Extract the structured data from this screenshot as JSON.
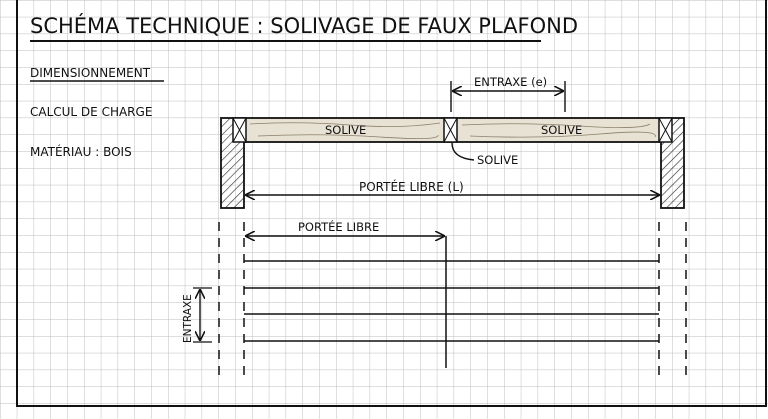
{
  "title": "SCHÉMA TECHNIQUE : SOLIVAGE DE FAUX PLAFOND",
  "side_notes": [
    "DIMENSIONNEMENT",
    "CALCUL DE CHARGE",
    "MATÉRIAU : BOIS"
  ],
  "elevation": {
    "entraxe_label": "ENTRAXE (e)",
    "joist_left_label": "SOLIVE",
    "joist_right_label": "SOLIVE",
    "joist_callout": "SOLIVE",
    "span_label": "PORTÉE LIBRE (L)"
  },
  "plan": {
    "span_label": "PORTÉE LIBRE",
    "entraxe_label": "ENTRAXE"
  },
  "colors": {
    "ink": "#111111",
    "grid": "#bdbdbd",
    "paper": "#ffffff",
    "wood": "#e8e2d4"
  }
}
